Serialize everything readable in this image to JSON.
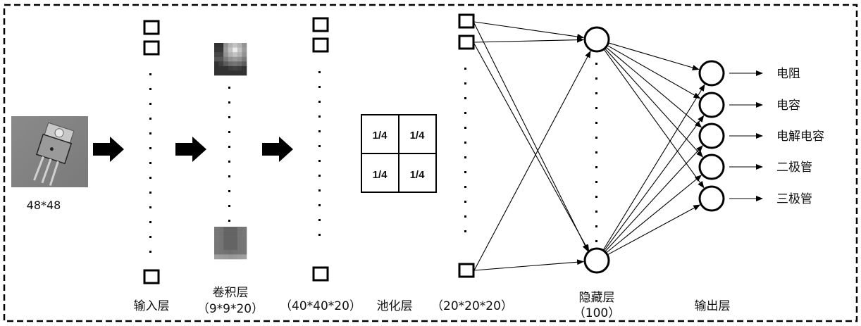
{
  "title": "CNN electronic component classification architecture",
  "input_image": {
    "label": "48*48",
    "description": "grayscale photo of a three-lead transistor component"
  },
  "layers": {
    "input": {
      "label": "输入层"
    },
    "conv": {
      "label": "卷积层",
      "sublabel": "（9*9*20）"
    },
    "conv_output": {
      "sublabel": "（40*40*20）"
    },
    "pool": {
      "label": "池化层",
      "kernel": [
        "1/4",
        "1/4",
        "1/4",
        "1/4"
      ]
    },
    "pool_output": {
      "sublabel": "（20*20*20）"
    },
    "hidden": {
      "label": "隐藏层",
      "sublabel": "（100）"
    },
    "output": {
      "label": "输出层"
    }
  },
  "outputs": [
    {
      "label": "电阻"
    },
    {
      "label": "电容"
    },
    {
      "label": "电解电容"
    },
    {
      "label": "二极管"
    },
    {
      "label": "三极管"
    }
  ],
  "colors": {
    "stroke": "#000000",
    "background": "#ffffff"
  }
}
